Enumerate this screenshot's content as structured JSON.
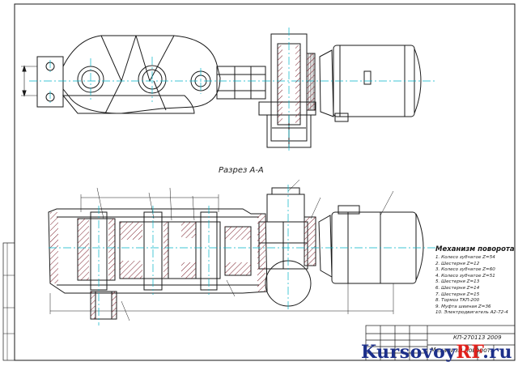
{
  "section_label": "Разрез А-А",
  "mechanism": {
    "title": "Механизм поворота",
    "parts": [
      "1. Колесо зубчатое Z=54",
      "2. Шестерня Z=12",
      "3. Колесо зубчатое Z=60",
      "4. Колесо зубчатое Z=51",
      "5. Шестерня Z=13",
      "6. Шестерня Z=14",
      "7. Шестерня Z=15",
      "8. Тормоз ТКП-200",
      "9. Муфта шеиная Z=36",
      "10. Электродвигатель А2-72-4"
    ]
  },
  "title_block": {
    "code": "КП-270113 2009",
    "name": "Механизм поворота"
  },
  "watermark": {
    "part1": "Kursovoy",
    "part2": "RF",
    "part3": ".ru"
  },
  "colors": {
    "line": "#1a1a1a",
    "center_line": "#00b3c7",
    "hatch": "#7a1f2a",
    "watermark_blue": "#1c2f8a",
    "watermark_red": "#e0201b"
  }
}
